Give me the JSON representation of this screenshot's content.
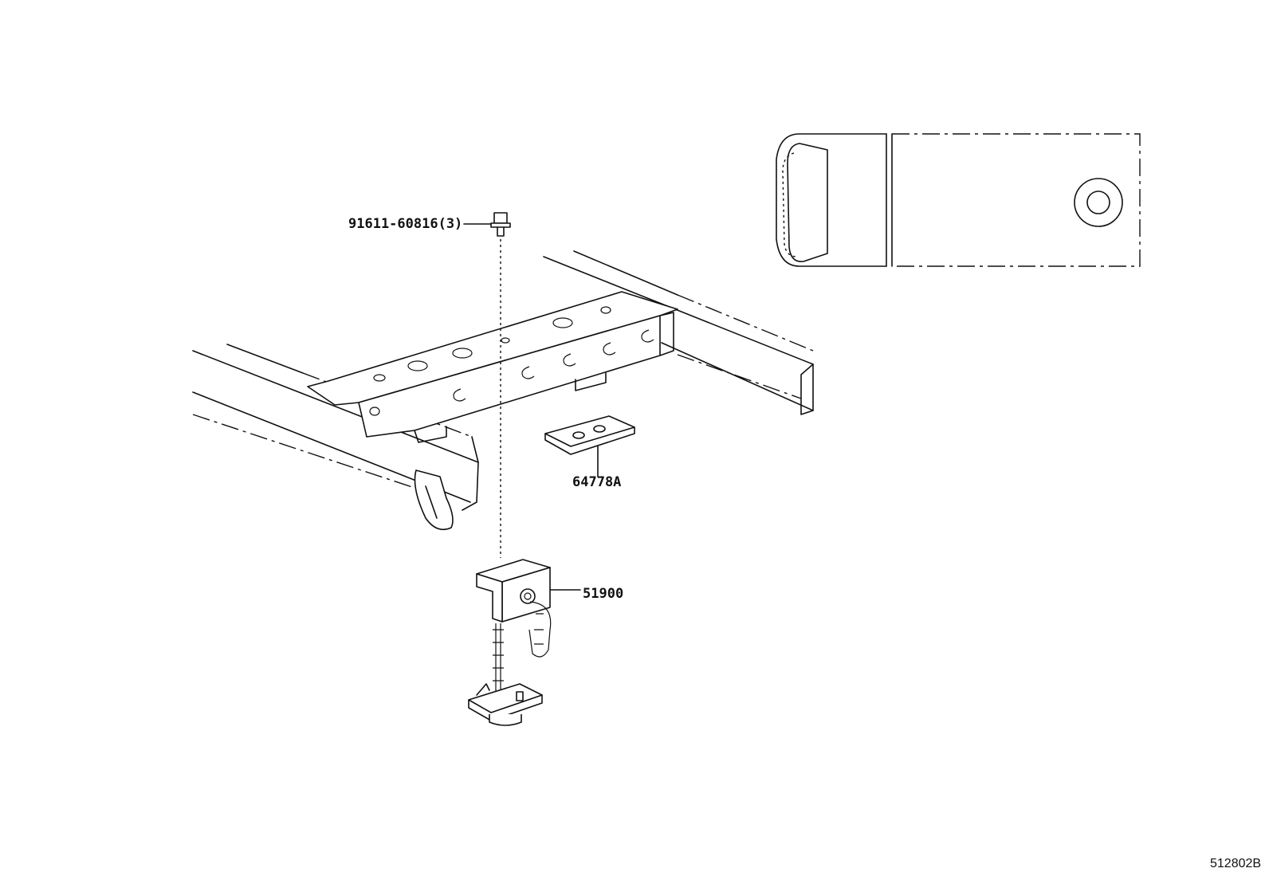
{
  "parts": {
    "bolt_label": "91611-60816(3)",
    "bracket_label": "51900",
    "stopper_label": "64778A"
  },
  "figure_id": "512802B",
  "colors": {
    "ink": "#111111",
    "paper": "#ffffff"
  }
}
